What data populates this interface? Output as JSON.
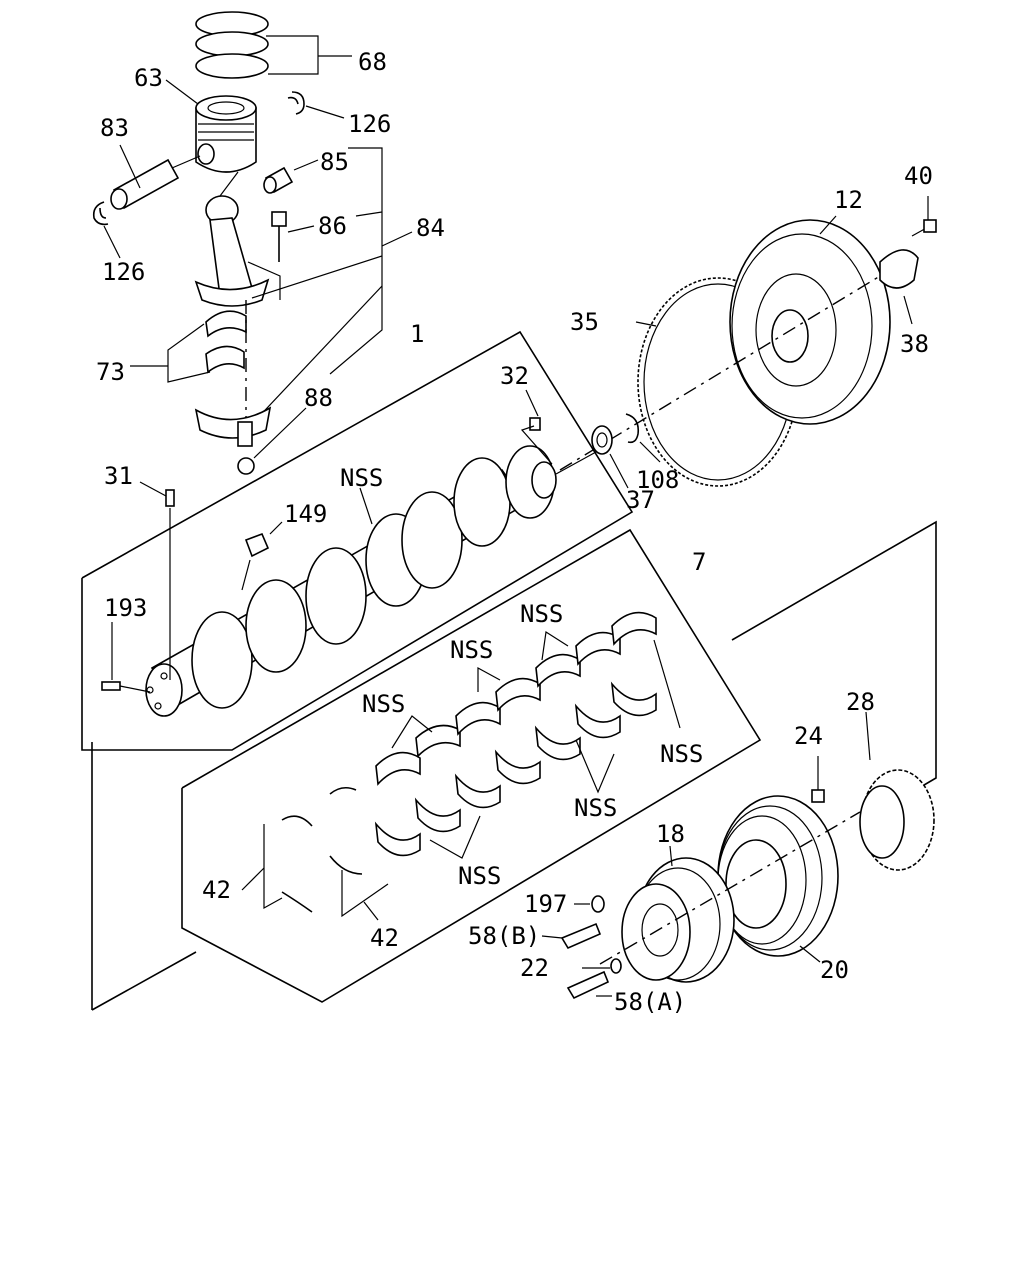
{
  "labels": {
    "p68": "68",
    "p63": "63",
    "p126a": "126",
    "p83": "83",
    "p85": "85",
    "p126b": "126",
    "p86": "86",
    "p84": "84",
    "p73": "73",
    "p88": "88",
    "p1": "1",
    "p32": "32",
    "p31": "31",
    "p149": "149",
    "pnss1": "NSS",
    "p193": "193",
    "p12": "12",
    "p40": "40",
    "p38": "38",
    "p35": "35",
    "p37": "37",
    "p108": "108",
    "p7": "7",
    "pnss2": "NSS",
    "pnss3": "NSS",
    "pnss4": "NSS",
    "pnss5": "NSS",
    "pnss6": "NSS",
    "pnss7": "NSS",
    "p42a": "42",
    "p42b": "42",
    "p28": "28",
    "p24": "24",
    "p18": "18",
    "p197": "197",
    "p58b": "58(B)",
    "p22": "22",
    "p58a": "58(A)",
    "p20": "20"
  }
}
